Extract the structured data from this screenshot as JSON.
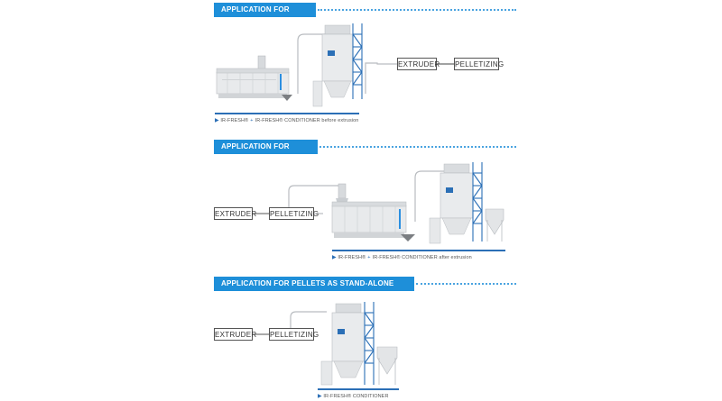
{
  "sections": [
    {
      "title": "APPLICATION FOR FLAKES",
      "boxes": [
        "EXTRUDER",
        "PELLETIZING"
      ],
      "caption": {
        "product": "IR-FRESH®",
        "conditioner": "IR-FRESH® CONDITIONER",
        "note": "before extrusion"
      }
    },
    {
      "title": "APPLICATION FOR PELLETS",
      "boxes": [
        "EXTRUDER",
        "PELLETIZING"
      ],
      "caption": {
        "product": "IR-FRESH®",
        "conditioner": "IR-FRESH® CONDITIONER",
        "note": "after extrusion"
      }
    },
    {
      "title": "APPLICATION FOR PELLETS AS STAND-ALONE SOLUTION",
      "boxes": [
        "EXTRUDER",
        "PELLETIZING"
      ],
      "caption": {
        "conditioner": "IR-FRESH® CONDITIONER"
      }
    }
  ],
  "colors": {
    "accent": "#1e8fd9",
    "line": "#2b6fb6",
    "machine": "#e6e8ea",
    "tower": "#2b6fb6"
  }
}
